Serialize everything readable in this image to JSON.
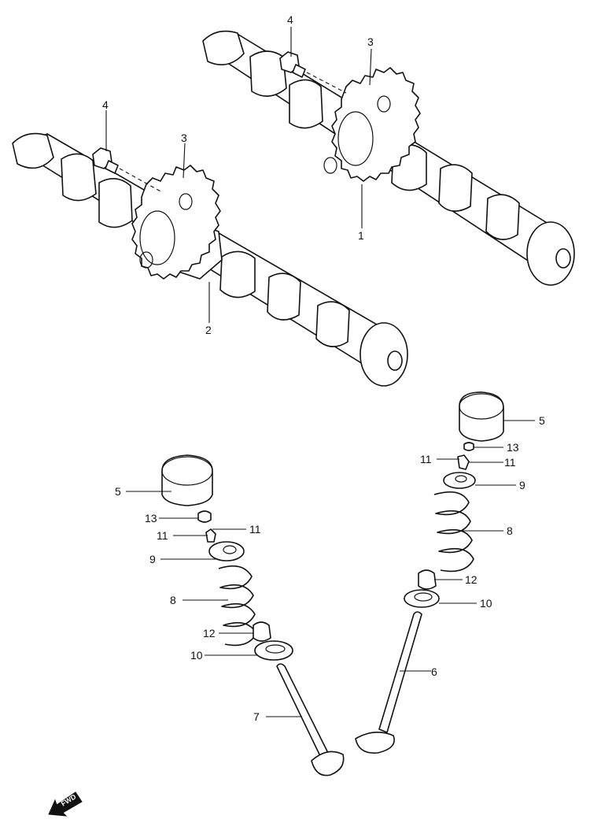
{
  "callouts": {
    "c1": "1",
    "c2": "2",
    "c3a": "3",
    "c3b": "3",
    "c4a": "4",
    "c4b": "4",
    "c5a": "5",
    "c5b": "5",
    "c6": "6",
    "c7": "7",
    "c8a": "8",
    "c8b": "8",
    "c9a": "9",
    "c9b": "9",
    "c10a": "10",
    "c10b": "10",
    "c11a": "11",
    "c11b": "11",
    "c11c": "11",
    "c11d": "11",
    "c12a": "12",
    "c12b": "12",
    "c13a": "13",
    "c13b": "13"
  },
  "fwd_badge": "FWD",
  "icons": {
    "direction": "fwd-arrow-icon"
  }
}
